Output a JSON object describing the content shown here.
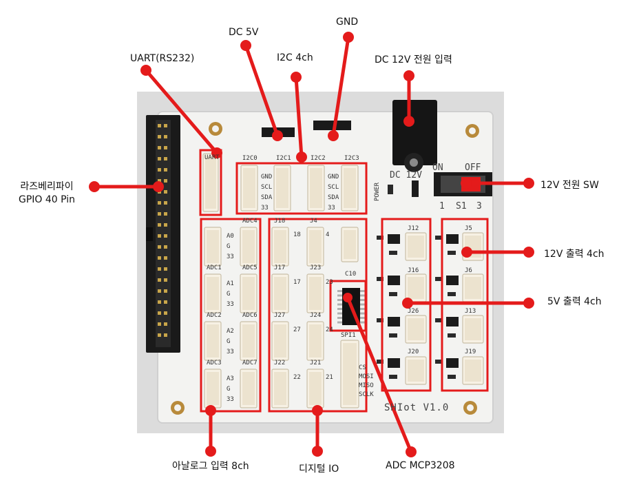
{
  "callouts": {
    "uart": "UART(RS232)",
    "dc5v": "DC 5V",
    "i2c": "I2C 4ch",
    "gnd": "GND",
    "dc12v_input": "DC 12V 전원 입력",
    "rpi_gpio_line1": "라즈베리파이",
    "rpi_gpio_line2": "GPIO 40 Pin",
    "power_switch": "12V 전원 SW",
    "out12v": "12V 출력 4ch",
    "out5v": "5V 출력 4ch",
    "analog_input": "아날로그 입력 8ch",
    "digital_io": "디지털 IO",
    "adc_chip": "ADC MCP3208"
  },
  "silkscreen": {
    "board_name": "SHIot V1.0",
    "i2c_headers": [
      "I2C0",
      "I2C1",
      "I2C2",
      "I2C3"
    ],
    "i2c_pins": [
      "GND",
      "SCL",
      "SDA",
      "33"
    ],
    "adc_left": [
      "ADC1",
      "ADC2",
      "ADC3"
    ],
    "adc_right": [
      "ADC4",
      "ADC5",
      "ADC6",
      "ADC7"
    ],
    "adc_pin_sets": [
      [
        "A0",
        "G",
        "33"
      ],
      [
        "A1",
        "G",
        "33"
      ],
      [
        "A2",
        "G",
        "33"
      ],
      [
        "A3",
        "G",
        "33"
      ]
    ],
    "digital": [
      "J18",
      "J4",
      "J17",
      "J23",
      "J27",
      "J24",
      "J22",
      "J21"
    ],
    "digital_pins": [
      "18",
      "4",
      "17",
      "23",
      "27",
      "24",
      "22",
      "21"
    ],
    "spi_label": "SPI1",
    "spi_pins": [
      "CS",
      "MOSI",
      "MISO",
      "SCLK"
    ],
    "out_headers": [
      "J12",
      "J16",
      "J26",
      "J20",
      "J5",
      "J6",
      "J13",
      "J19"
    ],
    "switch_on": "ON",
    "switch_off": "OFF",
    "switch_pins": [
      "1",
      "S1",
      "3"
    ],
    "dc_label": "DC  12V",
    "power_led": "POWER",
    "uart_label": "UART",
    "c10": "C10"
  },
  "colors": {
    "callout_red": "#e41b1b",
    "box_red": "#e41b1b"
  }
}
